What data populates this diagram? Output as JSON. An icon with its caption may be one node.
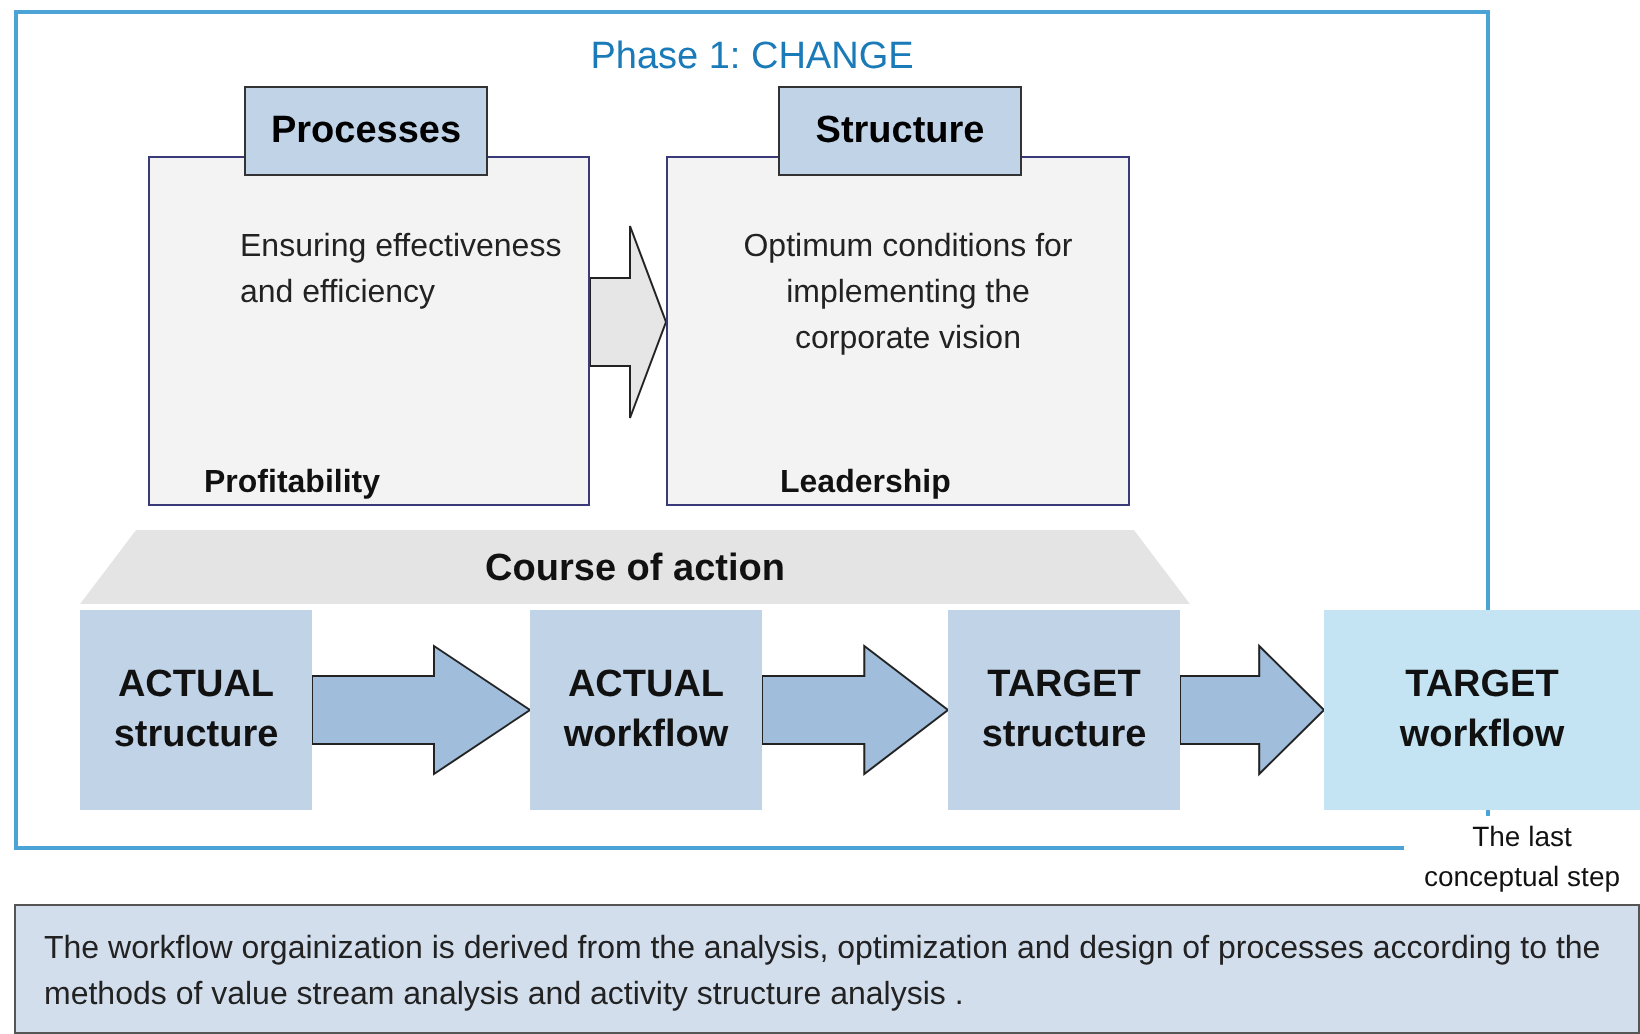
{
  "diagram": {
    "nodes": [
      {
        "text": [
          "Phase 1: CHANGE"
        ]
      },
      {
        "text": [
          "Processes",
          "Ensuring effectiveness and efficiency",
          "Profitability"
        ],
        "in": 0
      },
      {
        "text": [
          "Structure",
          "Optimum conditions for implementing the corporate vision",
          "Leadership"
        ],
        "in": 0
      },
      {
        "text": [
          "Course of action"
        ],
        "in": 0
      },
      {
        "text": [
          "ACTUAL structure"
        ],
        "in": 0
      },
      {
        "text": [
          "ACTUAL workflow"
        ],
        "in": 0
      },
      {
        "text": [
          "TARGET structure"
        ],
        "in": 0
      },
      {
        "text": [
          "TARGET workflow"
        ],
        "beside": [
          "The last conceptual step"
        ]
      },
      {
        "text": [
          "The workflow orgainization is derived from the analysis, optimization and design of processes according to the methods of value stream analysis and activity structure analysis ."
        ]
      }
    ],
    "edges": [
      {
        "from": 1,
        "to": 2,
        "arrow": "to",
        "color": "#e6e6e6"
      },
      {
        "from": 4,
        "to": 5,
        "arrow": "to"
      },
      {
        "from": 5,
        "to": 6,
        "arrow": "to"
      },
      {
        "from": 6,
        "to": 7,
        "arrow": "to"
      }
    ]
  }
}
